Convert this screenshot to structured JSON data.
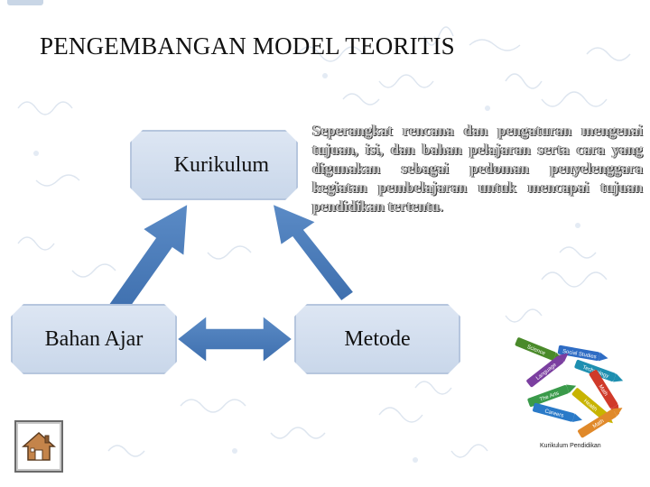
{
  "slide": {
    "title": "PENGEMBANGAN MODEL TEORITIS",
    "nodes": {
      "kurikulum": "Kurikulum",
      "bahan_ajar": "Bahan Ajar",
      "metode": "Metode"
    },
    "description": "Seperangkat rencana dan pengaturan mengenai tujuan, isi, dan bahan pelajaran serta cara yang digunakan sebagai pedoman penyelenggara kegiatan pembelajaran untuk mencapai tujuan pendidikan tertentu.",
    "illustration": {
      "caption": "Kurikulum Pendidikan",
      "crayons": [
        {
          "label": "Science",
          "color": "#4a8a2a"
        },
        {
          "label": "Social Studies",
          "color": "#2e6cc4"
        },
        {
          "label": "Language",
          "color": "#7b3fa0"
        },
        {
          "label": "Technology",
          "color": "#1e8fb0"
        },
        {
          "label": "Math",
          "color": "#d03a2a"
        },
        {
          "label": "Health",
          "color": "#c8b400"
        },
        {
          "label": "The Arts",
          "color": "#3a9a4a"
        },
        {
          "label": "Careers",
          "color": "#2a7ac8"
        },
        {
          "label": "Math",
          "color": "#e0892a"
        }
      ]
    },
    "home_icon": "home-icon",
    "colors": {
      "box_fill": "#d3deee",
      "arrow_fill": "#4f81bd",
      "pattern": "#d8e2ee"
    }
  }
}
